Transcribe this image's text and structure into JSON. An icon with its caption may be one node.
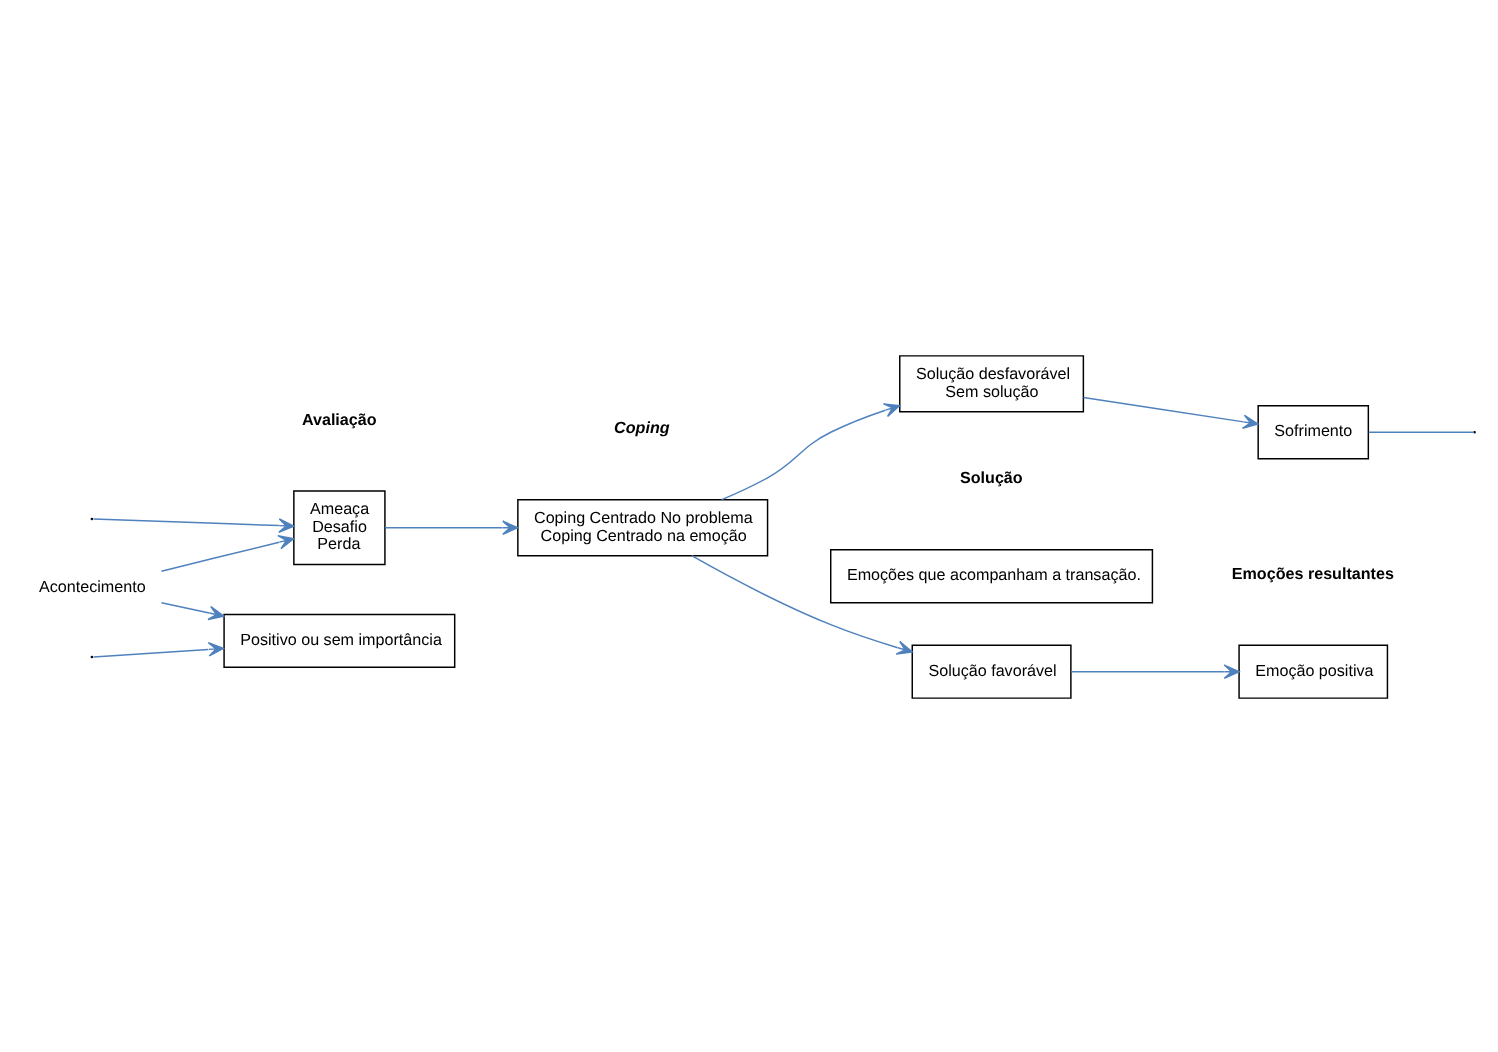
{
  "diagram": {
    "nodes": [
      {
        "text": [
          "Acontecimento"
        ]
      },
      {
        "text": [
          "Ameaça",
          "Desafio",
          "Perda"
        ]
      },
      {
        "text": [
          "Positivo ou sem importância"
        ]
      },
      {
        "text": [
          "Coping Centrado No problema",
          "Coping Centrado na emoção"
        ]
      },
      {
        "text": [
          "Solução favorável"
        ]
      },
      {
        "text": [
          "Solução desfavorável",
          "Sem solução"
        ]
      },
      {
        "text": [
          "Emoção positiva"
        ]
      },
      {
        "text": [
          "Sofrimento"
        ]
      },
      {
        "text": [
          "Emoções que acompanham a transação."
        ]
      }
    ],
    "edges": [
      {
        "from": 0,
        "to": 1,
        "arrow": "to"
      },
      {
        "from": 0,
        "to": 2,
        "arrow": "to"
      },
      {
        "from": null,
        "to": 1,
        "arrow": "to"
      },
      {
        "from": null,
        "to": 2,
        "arrow": "to"
      },
      {
        "from": 1,
        "to": 3,
        "arrow": "to"
      },
      {
        "from": 3,
        "to": 4,
        "arrow": "to"
      },
      {
        "from": 3,
        "to": 5,
        "arrow": "to"
      },
      {
        "from": 4,
        "to": 6,
        "arrow": "to"
      },
      {
        "from": 5,
        "to": 7,
        "arrow": "to"
      },
      {
        "from": 7,
        "to": null,
        "arrow": "none"
      }
    ],
    "labels": [
      "Avaliação",
      "Coping",
      "Solução",
      "Emoções resultantes"
    ]
  }
}
